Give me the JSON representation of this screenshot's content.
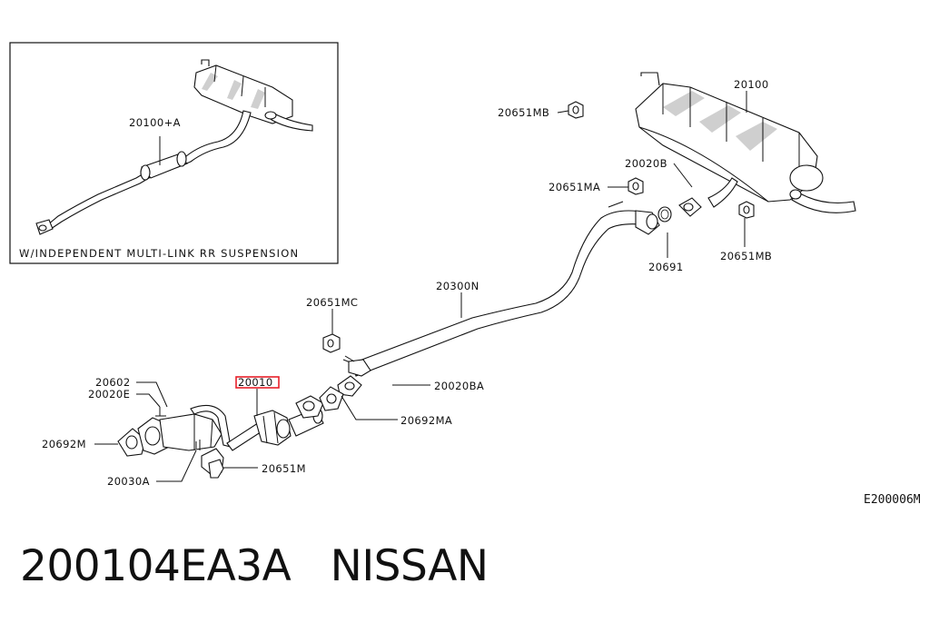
{
  "inset": {
    "caption": "W/INDEPENDENT MULTI-LINK RR SUSPENSION",
    "part_label": "20100+A"
  },
  "parts": {
    "muffler": "20100",
    "mount_mb_top": "20651MB",
    "seal_b": "20020B",
    "mount_ma": "20651MA",
    "gasket_rear": "20691",
    "mount_mb_rear": "20651MB",
    "center_pipe": "20300N",
    "mount_mc": "20651MC",
    "seal_ba": "20020BA",
    "gasket_ma": "20692MA",
    "highlighted": "20010",
    "stud": "20602",
    "seal_e": "20020E",
    "gasket_m": "20692M",
    "bracket": "20030A",
    "mount_m": "20651M"
  },
  "highlight_color": "#e8202a",
  "reference_code": "E200006M",
  "caption": {
    "part_number": "200104EA3A",
    "brand": "NISSAN"
  }
}
